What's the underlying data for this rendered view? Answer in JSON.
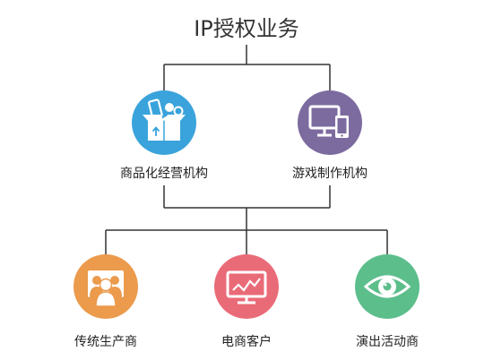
{
  "title": "IP授权业务",
  "level1": [
    {
      "label": "商品化经营机构",
      "color": "#3aa3dc",
      "icon": "box-products-icon"
    },
    {
      "label": "游戏制作机构",
      "color": "#7c6b9f",
      "icon": "monitor-phone-icon"
    }
  ],
  "level2": [
    {
      "label": "传统生产商",
      "color": "#ec9a4c",
      "icon": "people-group-icon"
    },
    {
      "label": "电商客户",
      "color": "#ea6b78",
      "icon": "monitor-chart-icon"
    },
    {
      "label": "演出活动商",
      "color": "#5cbe8b",
      "icon": "eye-icon"
    }
  ]
}
